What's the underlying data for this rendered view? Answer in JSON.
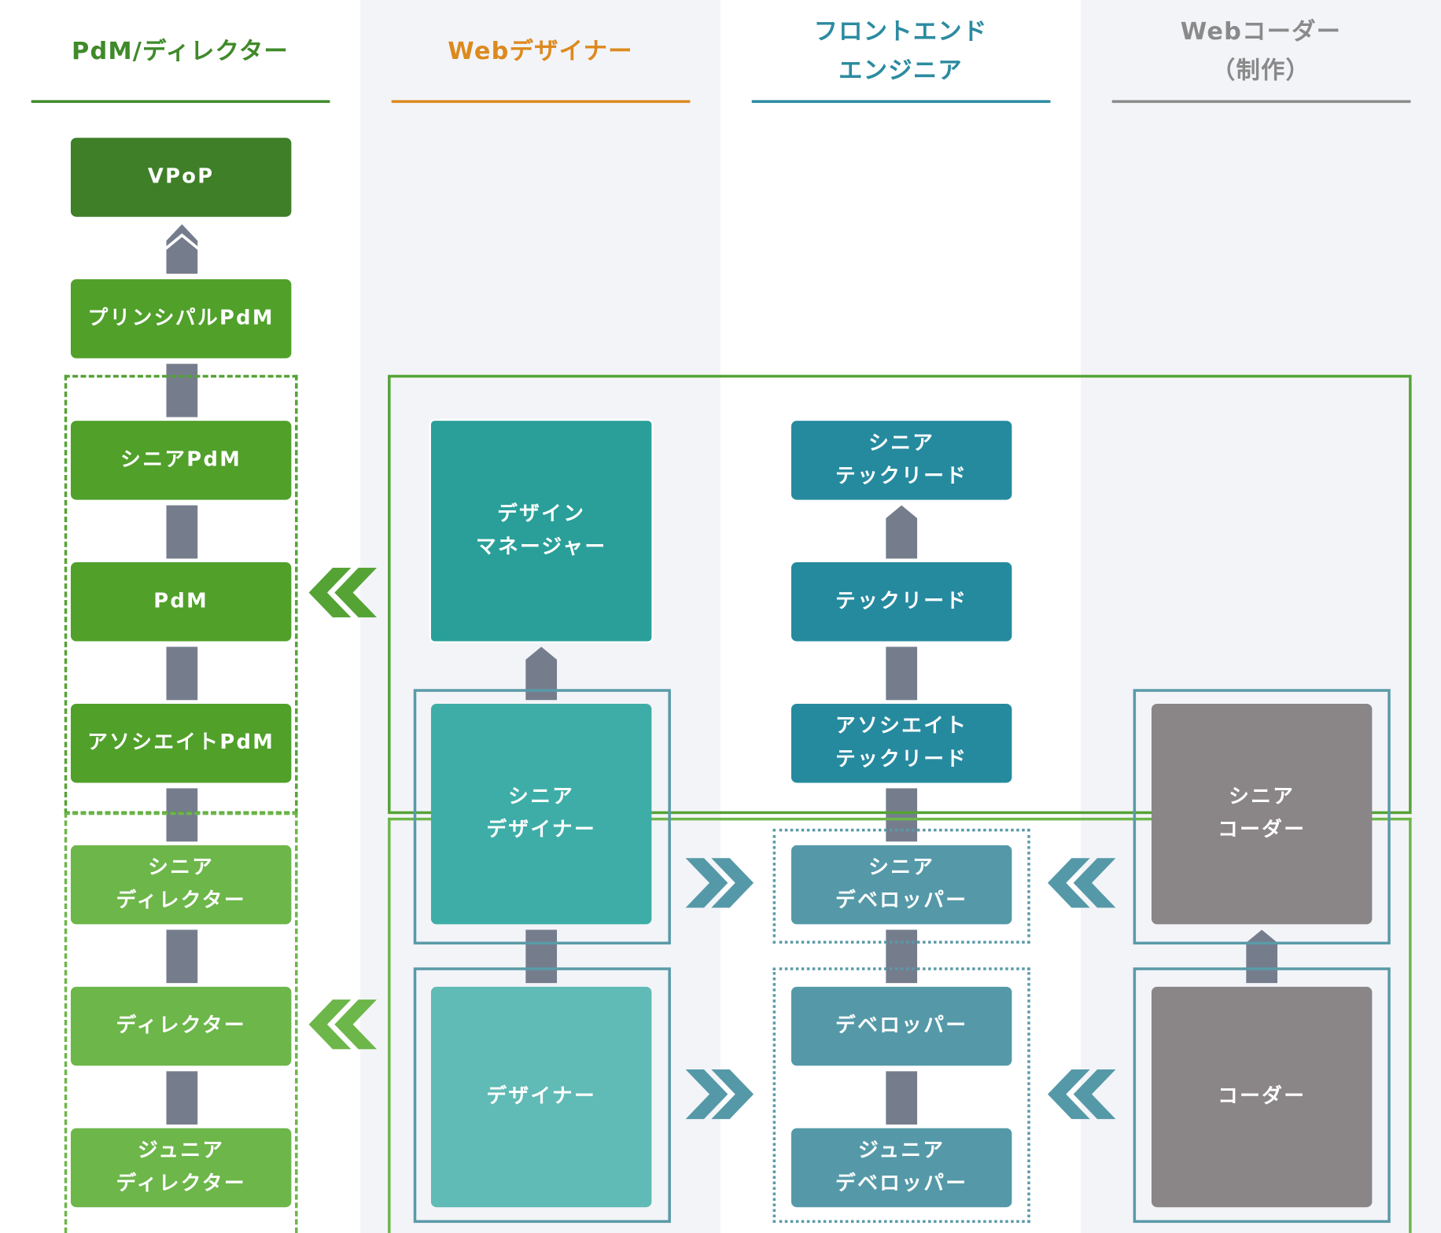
{
  "columns": [
    {
      "label": "PdM/ディレクター",
      "color": "#3f8a2a"
    },
    {
      "label": "Webデザイナー",
      "color": "#dc8a1e"
    },
    {
      "label": "フロントエンド\nエンジニア",
      "color": "#2c8ba0"
    },
    {
      "label": "Webコーダー\n（制作）",
      "color": "#8a8a8a"
    }
  ],
  "roles": {
    "vpop": "VPoP",
    "principal_pdm": "プリンシパルPdM",
    "senior_pdm": "シニアPdM",
    "pdm": "PdM",
    "associate_pdm": "アソシエイトPdM",
    "senior_director": "シニア\nディレクター",
    "director": "ディレクター",
    "junior_director": "ジュニア\nディレクター",
    "design_manager": "デザイン\nマネージャー",
    "senior_designer": "シニア\nデザイナー",
    "designer": "デザイナー",
    "senior_tech_lead": "シニア\nテックリード",
    "tech_lead": "テックリード",
    "associate_tech_lead": "アソシエイト\nテックリード",
    "senior_developer": "シニア\nデベロッパー",
    "developer": "デベロッパー",
    "junior_developer": "ジュニア\nデベロッパー",
    "senior_coder": "シニア\nコーダー",
    "coder": "コーダー"
  },
  "colors": {
    "vpop": "#3e7f28",
    "pdm_green": "#50a02a",
    "director_green": "#6db64a",
    "design_manager": "#2a9f99",
    "senior_designer": "#3eada7",
    "designer": "#60bab5",
    "tech_lead": "#268a9f",
    "developer": "#5599a8",
    "coder": "#8a8687",
    "connector": "#757d8d",
    "frame_green": "#55a335",
    "frame_teal": "#5a9aa8"
  }
}
